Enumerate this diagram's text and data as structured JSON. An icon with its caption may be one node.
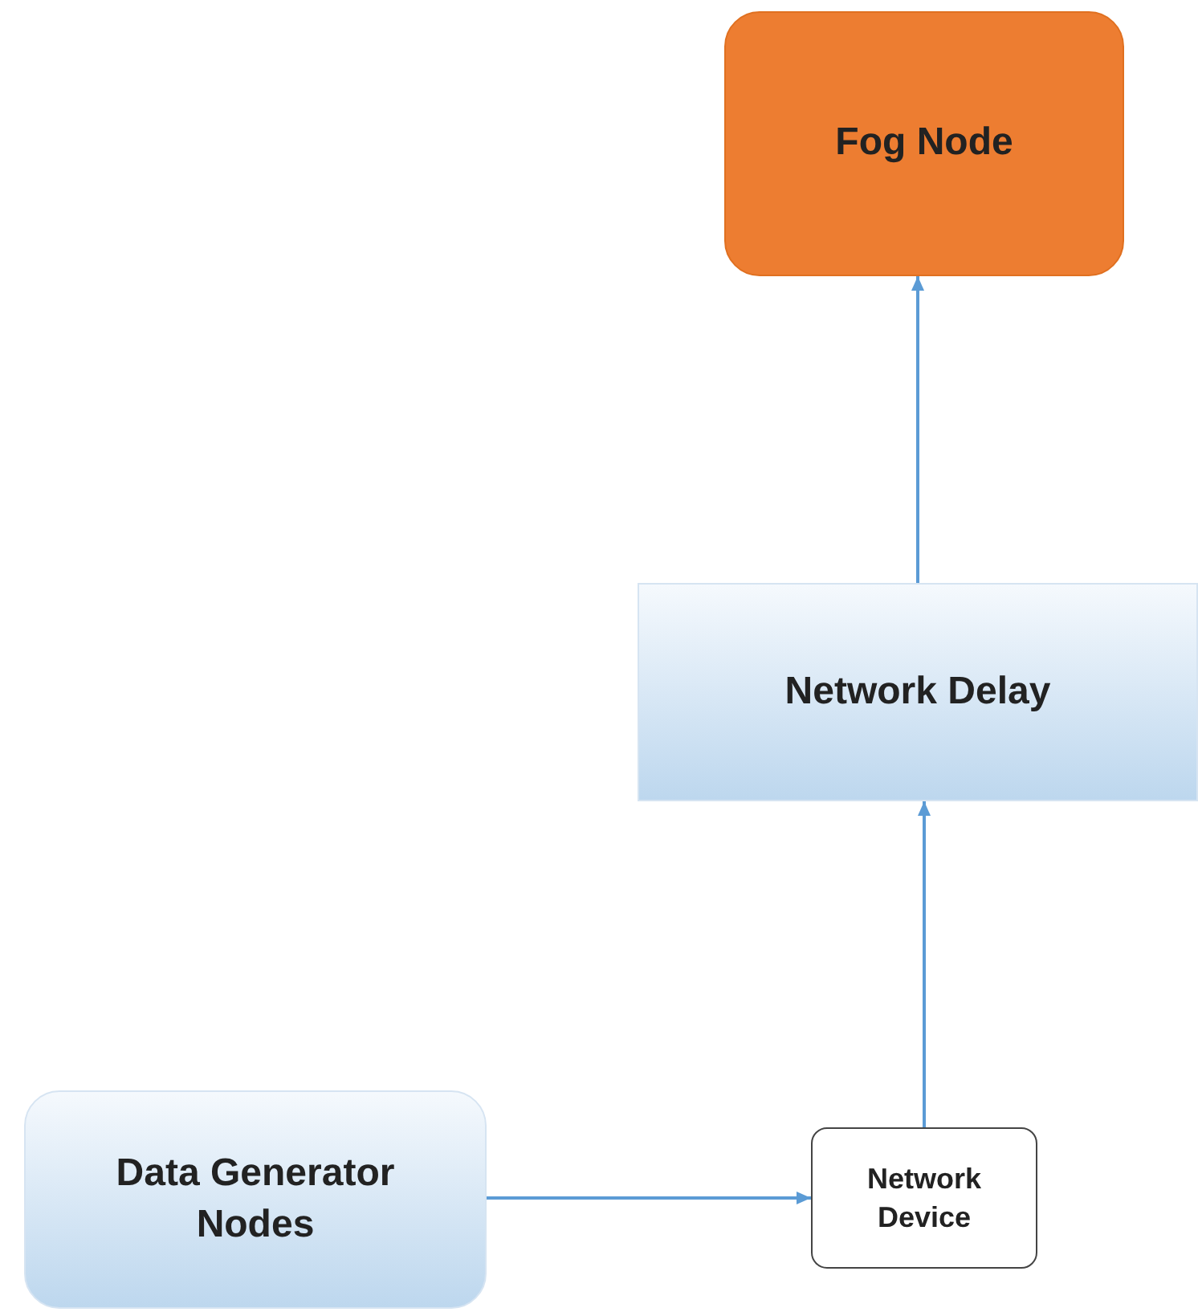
{
  "diagram": {
    "nodes": [
      {
        "text": [
          "Fog Node"
        ]
      },
      {
        "text": [
          "Network Delay"
        ]
      },
      {
        "text": [
          "Data Generator Nodes"
        ]
      },
      {
        "text": [
          "Network Device"
        ]
      }
    ],
    "edges": [
      {
        "from": 2,
        "to": 3,
        "arrow": "to"
      },
      {
        "from": 3,
        "to": 1,
        "arrow": "to"
      },
      {
        "from": 1,
        "to": 0,
        "arrow": "to"
      }
    ]
  }
}
